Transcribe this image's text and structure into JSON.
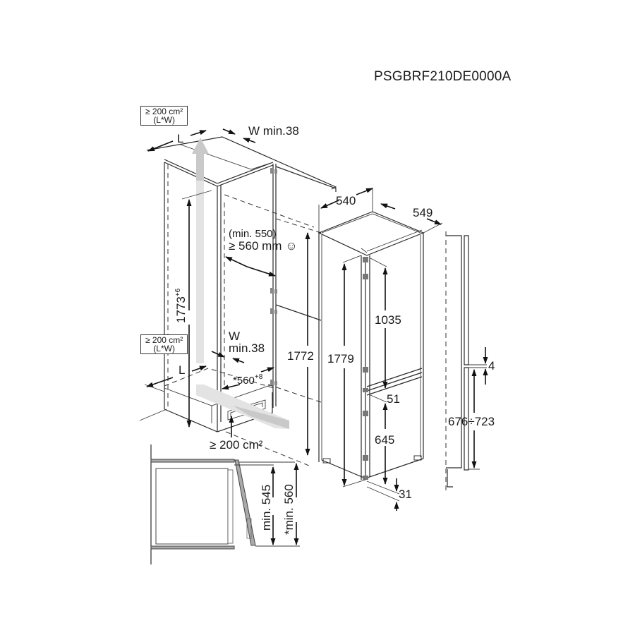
{
  "header": {
    "model_code": "PSGBRF210DE0000A"
  },
  "ventilation": {
    "top_box": {
      "line1": "≥ 200 cm²",
      "line2": "(L*W)"
    },
    "bottom_box": {
      "line1": "≥ 200 cm²",
      "line2": "(L*W)"
    },
    "top_L": "L",
    "top_W": "W min.38",
    "bottom_L": "L",
    "bottom_W_line1": "W",
    "bottom_W_line2": "min.38",
    "plinth_area": "≥ 200 cm²"
  },
  "niche": {
    "height": "1773",
    "height_tolerance": "+6",
    "depth_min_alt": "(min. 550)",
    "depth": "≥ 560 mm",
    "depth_icon": "smiley-icon",
    "width": "*560",
    "width_tolerance": "+8"
  },
  "appliance": {
    "width": "540",
    "depth": "549",
    "total_height_front": "1772",
    "total_height": "1779",
    "upper_door": "1035",
    "gap_between_doors": "51",
    "lower_door": "645",
    "bottom_offset": "31"
  },
  "furniture_door": {
    "gap": "4",
    "lower_door_range": "676÷723"
  },
  "door_clearance": {
    "min_545": "min. 545",
    "min_560": "*min. 560"
  },
  "colors": {
    "line": "#2a2a2a",
    "airflow_arrow": "#c9c9c9",
    "background": "#ffffff"
  }
}
